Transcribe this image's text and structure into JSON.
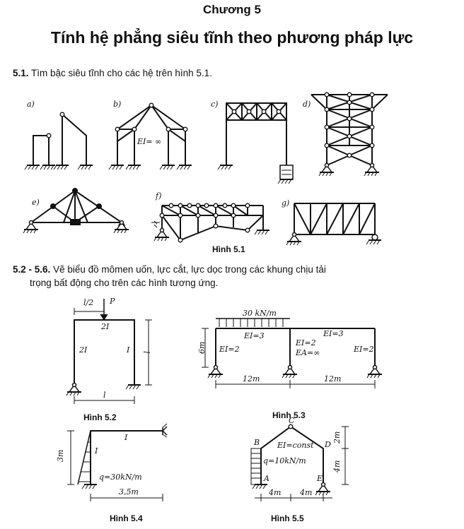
{
  "chapter": "Chương 5",
  "title": "Tính hệ phẳng siêu tĩnh theo phương pháp lực",
  "problem1": {
    "number": "5.1.",
    "text": "Tìm bậc siêu tĩnh cho các hệ trên hình 5.1."
  },
  "problem2": {
    "number": "5.2 - 5.6.",
    "text1": "Vẽ biểu đồ mômen uốn, lực cắt, lực dọc trong các khung chịu tải",
    "text2": "trọng bất động cho trên các hình tương ứng."
  },
  "fig51": {
    "labels": [
      "a)",
      "b)",
      "c)",
      "d)",
      "e)",
      "f)",
      "g)"
    ],
    "ei_label": "EI= ∞",
    "caption": "Hình 5.1"
  },
  "fig52": {
    "l_half": "l/2",
    "P": "P",
    "I2_top": "2I",
    "I2_left": "2I",
    "I_right": "I",
    "l_side": "l",
    "l_bottom": "l",
    "caption": "Hình 5.2"
  },
  "fig53": {
    "load": "30 kN/m",
    "ei1": "EI=3",
    "ei2": "EI=3",
    "ei_col1": "EI=2",
    "ei_col2": "EI=2",
    "ea": "EA=∞",
    "ei_col3": "EI=2",
    "h": "6m",
    "span1": "12m",
    "span2": "12m",
    "caption": "Hình 5.3"
  },
  "fig54": {
    "h": "3m",
    "I_beam": "I",
    "I_col": "I",
    "q": "q=30kN/m",
    "span": "3,5m",
    "caption": "Hình 5.4"
  },
  "fig55": {
    "C": "C",
    "B": "B",
    "D": "D",
    "A": "A",
    "E": "E",
    "ei": "EI=const",
    "q": "q=10kN/m",
    "h1": "2m",
    "h2": "4m",
    "s1": "4m",
    "s2": "4m",
    "caption": "Hình 5.5"
  }
}
